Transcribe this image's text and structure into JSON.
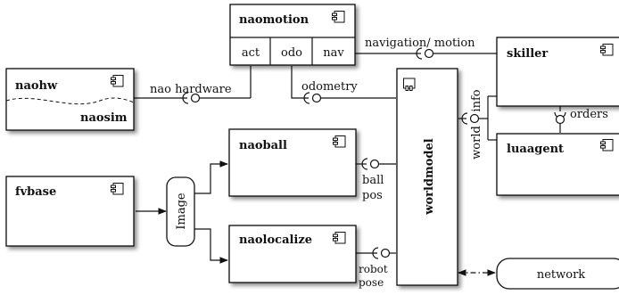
{
  "components": {
    "naomotion": "naomotion",
    "naomotion_ports": [
      "act",
      "odo",
      "nav"
    ],
    "naohw": "naohw",
    "naosim": "naosim",
    "naoball": "naoball",
    "naolocalize": "naolocalize",
    "fvbase": "fvbase",
    "image": "Image",
    "worldmodel": "worldmodel",
    "skiller": "skiller",
    "luaagent": "luaagent",
    "network": "network"
  },
  "interfaces": {
    "nao_hardware": "nao hardware",
    "navigation_motion": "navigation/ motion",
    "odometry": "odometry",
    "ball_pos": [
      "ball",
      "pos"
    ],
    "robot_pose": [
      "robot",
      "pose"
    ],
    "world": "world",
    "info": "info",
    "orders": "orders"
  }
}
